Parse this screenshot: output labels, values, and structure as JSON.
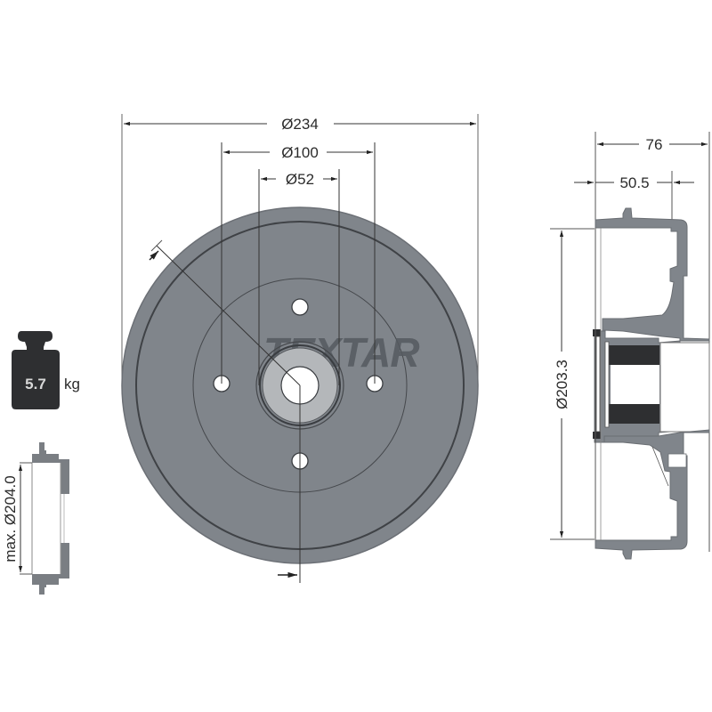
{
  "drawing": {
    "brand_logo": "TEXTAR",
    "front_view": {
      "outer_diameter_label": "Ø234",
      "bolt_circle_label": "Ø100",
      "center_bore_label": "Ø52",
      "bolt_hole_count": 4
    },
    "side_view": {
      "total_width_label": "76",
      "drum_depth_label": "50.5",
      "braking_diameter_label": "Ø203.3"
    },
    "weight": {
      "value": "5.7",
      "unit": "kg",
      "icon": "weight-icon"
    },
    "wear_limit": {
      "label": "max. Ø204.0",
      "icon": "drum-profile-icon"
    },
    "colors": {
      "drum_fill": "#80858b",
      "drum_edge": "#4a4d52",
      "hub_light": "#b4b7ba",
      "bearing_dark": "#2e2f31",
      "line": "#333333",
      "background": "#ffffff"
    }
  }
}
